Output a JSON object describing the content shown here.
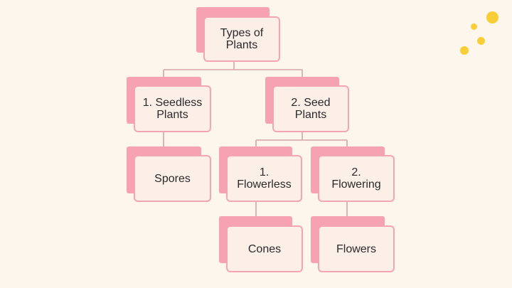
{
  "nodes": {
    "root": "Types of\nPlants",
    "seedless": "1. Seedless\nPlants",
    "seed": "2. Seed\nPlants",
    "spores": "Spores",
    "flowerless": "1.\nFlowerless",
    "flowering": "2.\nFlowering",
    "cones": "Cones",
    "flowers": "Flowers"
  },
  "colors": {
    "background": "#fcf6ec",
    "box_back": "#f7a2b2",
    "box_front": "#fcefe8",
    "box_border": "#f3a5b5",
    "connector": "#d6a3ac",
    "dots": "#f9cd36"
  },
  "decoration_icons": [
    "yellow-dot-cluster"
  ]
}
